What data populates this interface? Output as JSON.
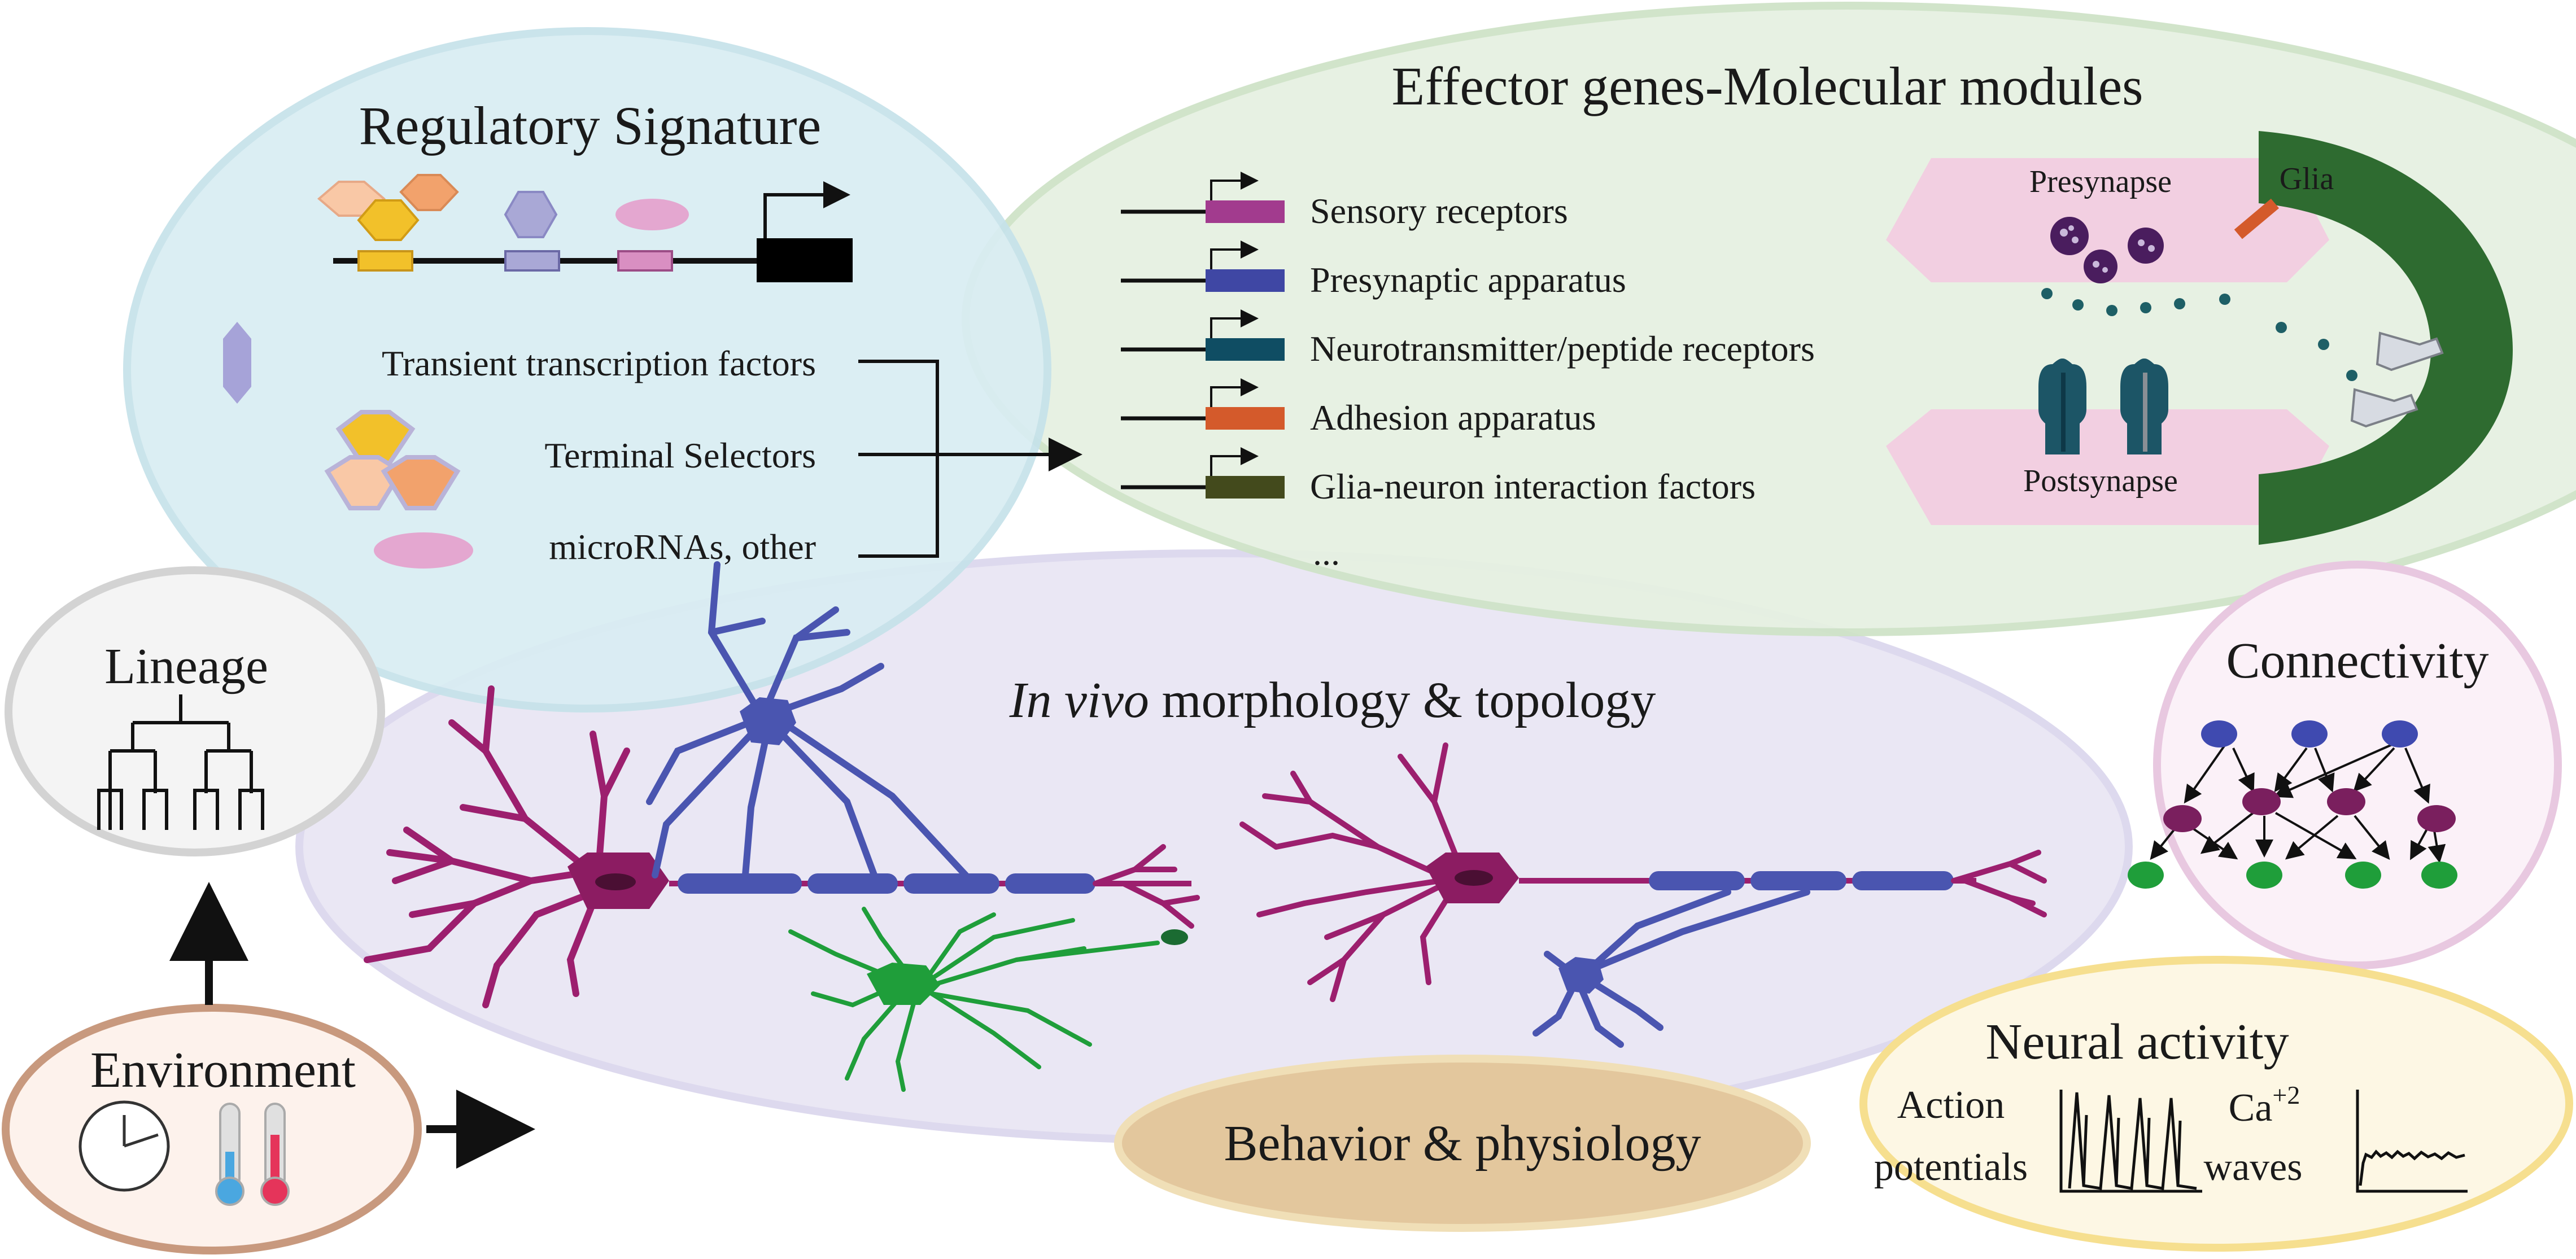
{
  "regulatory": {
    "title": "Regulatory Signature",
    "items": [
      {
        "label": "Transient transcription factors"
      },
      {
        "label": "Terminal Selectors"
      },
      {
        "label": "microRNAs, other"
      }
    ]
  },
  "effector": {
    "title": "Effector genes-Molecular modules",
    "genes": [
      {
        "label": "Sensory receptors",
        "color": "#a23b8e"
      },
      {
        "label": "Presynaptic apparatus",
        "color": "#3f47a4"
      },
      {
        "label": "Neurotransmitter/peptide receptors",
        "color": "#0f4d63"
      },
      {
        "label": "Adhesion apparatus",
        "color": "#d45a2b"
      },
      {
        "label": "Glia-neuron interaction factors",
        "color": "#434a1c"
      }
    ],
    "more": "...",
    "synapse": {
      "presynapse": "Presynapse",
      "postsynapse": "Postsynapse",
      "glia": "Glia"
    }
  },
  "lineage": {
    "title": "Lineage"
  },
  "environment": {
    "title": "Environment"
  },
  "morphology": {
    "title_italic": "In vivo",
    "title_rest": " morphology & topology"
  },
  "connectivity": {
    "title": "Connectivity"
  },
  "neural_activity": {
    "title": "Neural activity",
    "action_line1": "Action",
    "action_line2": "potentials",
    "ca_base": "Ca",
    "ca_sup": "+2",
    "ca_line2": "waves"
  },
  "behavior": {
    "title": "Behavior & physiology"
  },
  "colors": {
    "neuron_magenta": "#9c1f6e",
    "neuron_blue": "#4a55b0",
    "glia_green": "#1f9e3a",
    "terminal_yellow": "#f2c12a",
    "terminal_orange": "#f2a26c",
    "terminal_peach": "#f9c8a6",
    "glia_dark": "#2e6b30"
  }
}
